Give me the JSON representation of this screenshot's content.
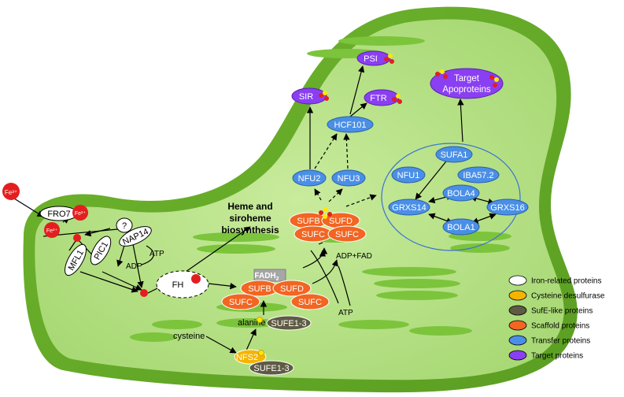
{
  "colors": {
    "outer_green": "#7cc23a",
    "outer_dark": "#5da224",
    "inner_green": "#b9e18a",
    "thylakoid": "#74c036",
    "iron_related": "#ffffff",
    "cysteine_desulfurase": "#f4b400",
    "sufe_like": "#5f5a43",
    "scaffold": "#f26522",
    "transfer": "#4a8fe7",
    "target": "#8a3ff2",
    "fe": "#e41e1e",
    "fadh2": "#a6a6a6"
  },
  "iron": {
    "fe3_out": "Fe³⁺",
    "fe3_in": "Fe³⁺",
    "fe2": "Fe²⁺",
    "fro7": "FRO7",
    "unknown": "?",
    "nap14": "NAP14",
    "atp": "ATP",
    "adp": "ADP",
    "mfl1": "MFL1",
    "pic1": "PIC1",
    "fh": "FH"
  },
  "heme": {
    "line1": "Heme and",
    "line2": "siroheme",
    "line3": "biosynthesis"
  },
  "scaffold_lower": {
    "fadh2": "FADH",
    "fadh2_sub": "2",
    "sufb": "SUFB",
    "sufd": "SUFD",
    "sufc1": "SUFC",
    "sufc2": "SUFC"
  },
  "scaffold_upper": {
    "sufb": "SUFB",
    "sufd": "SUFD",
    "sufc1": "SUFC",
    "sufc2": "SUFC"
  },
  "sulfur": {
    "cysteine": "cysteine",
    "alanine": "alanine +",
    "sufe_top": "SUFE1-3",
    "sufe_bottom": "SUFE1-3",
    "nfs2": "NFS2",
    "atp": "ATP",
    "adp_fad": "ADP+FAD"
  },
  "transfer": {
    "nfu2": "NFU2",
    "nfu3": "NFU3",
    "hcf101": "HCF101",
    "sufa1": "SUFA1",
    "nfu1": "NFU1",
    "iba57": "IBA57.2",
    "bola4": "BOLA4",
    "grxs14": "GRXS14",
    "grxs16": "GRXS16",
    "bola1": "BOLA1"
  },
  "targets": {
    "sir": "SIR",
    "ftr": "FTR",
    "psi": "PSI",
    "apo_line1": "Target",
    "apo_line2": "Apoproteins"
  },
  "legend": [
    {
      "label": "Iron-related proteins",
      "color": "#ffffff"
    },
    {
      "label": "Cysteine desulfurase",
      "color": "#f4b400"
    },
    {
      "label": "SufE-like proteins",
      "color": "#5f5a43"
    },
    {
      "label": "Scaffold proteins",
      "color": "#f26522"
    },
    {
      "label": "Transfer proteins",
      "color": "#4a8fe7"
    },
    {
      "label": "Target proteins",
      "color": "#8a3ff2"
    }
  ]
}
